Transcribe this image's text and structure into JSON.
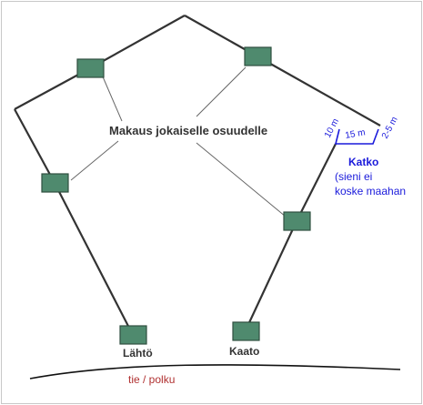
{
  "diagram": {
    "center_label": "Makaus jokaiselle osuudelle",
    "start_label": "Lähtö",
    "end_label": "Kaato",
    "road_label": "tie / polku",
    "cut_title": "Katko",
    "cut_note_line1": "(sieni ei",
    "cut_note_line2": "koske maahan",
    "dim_10m": "10 m",
    "dim_15m": "15 m",
    "dim_25m": "2-5 m"
  },
  "colors": {
    "box_fill": "#4f8a6e",
    "box_stroke": "#2f4f3f",
    "line": "#333333",
    "thin_line": "#666666",
    "accent_blue": "#1a1adb",
    "road_label": "#b03030"
  }
}
